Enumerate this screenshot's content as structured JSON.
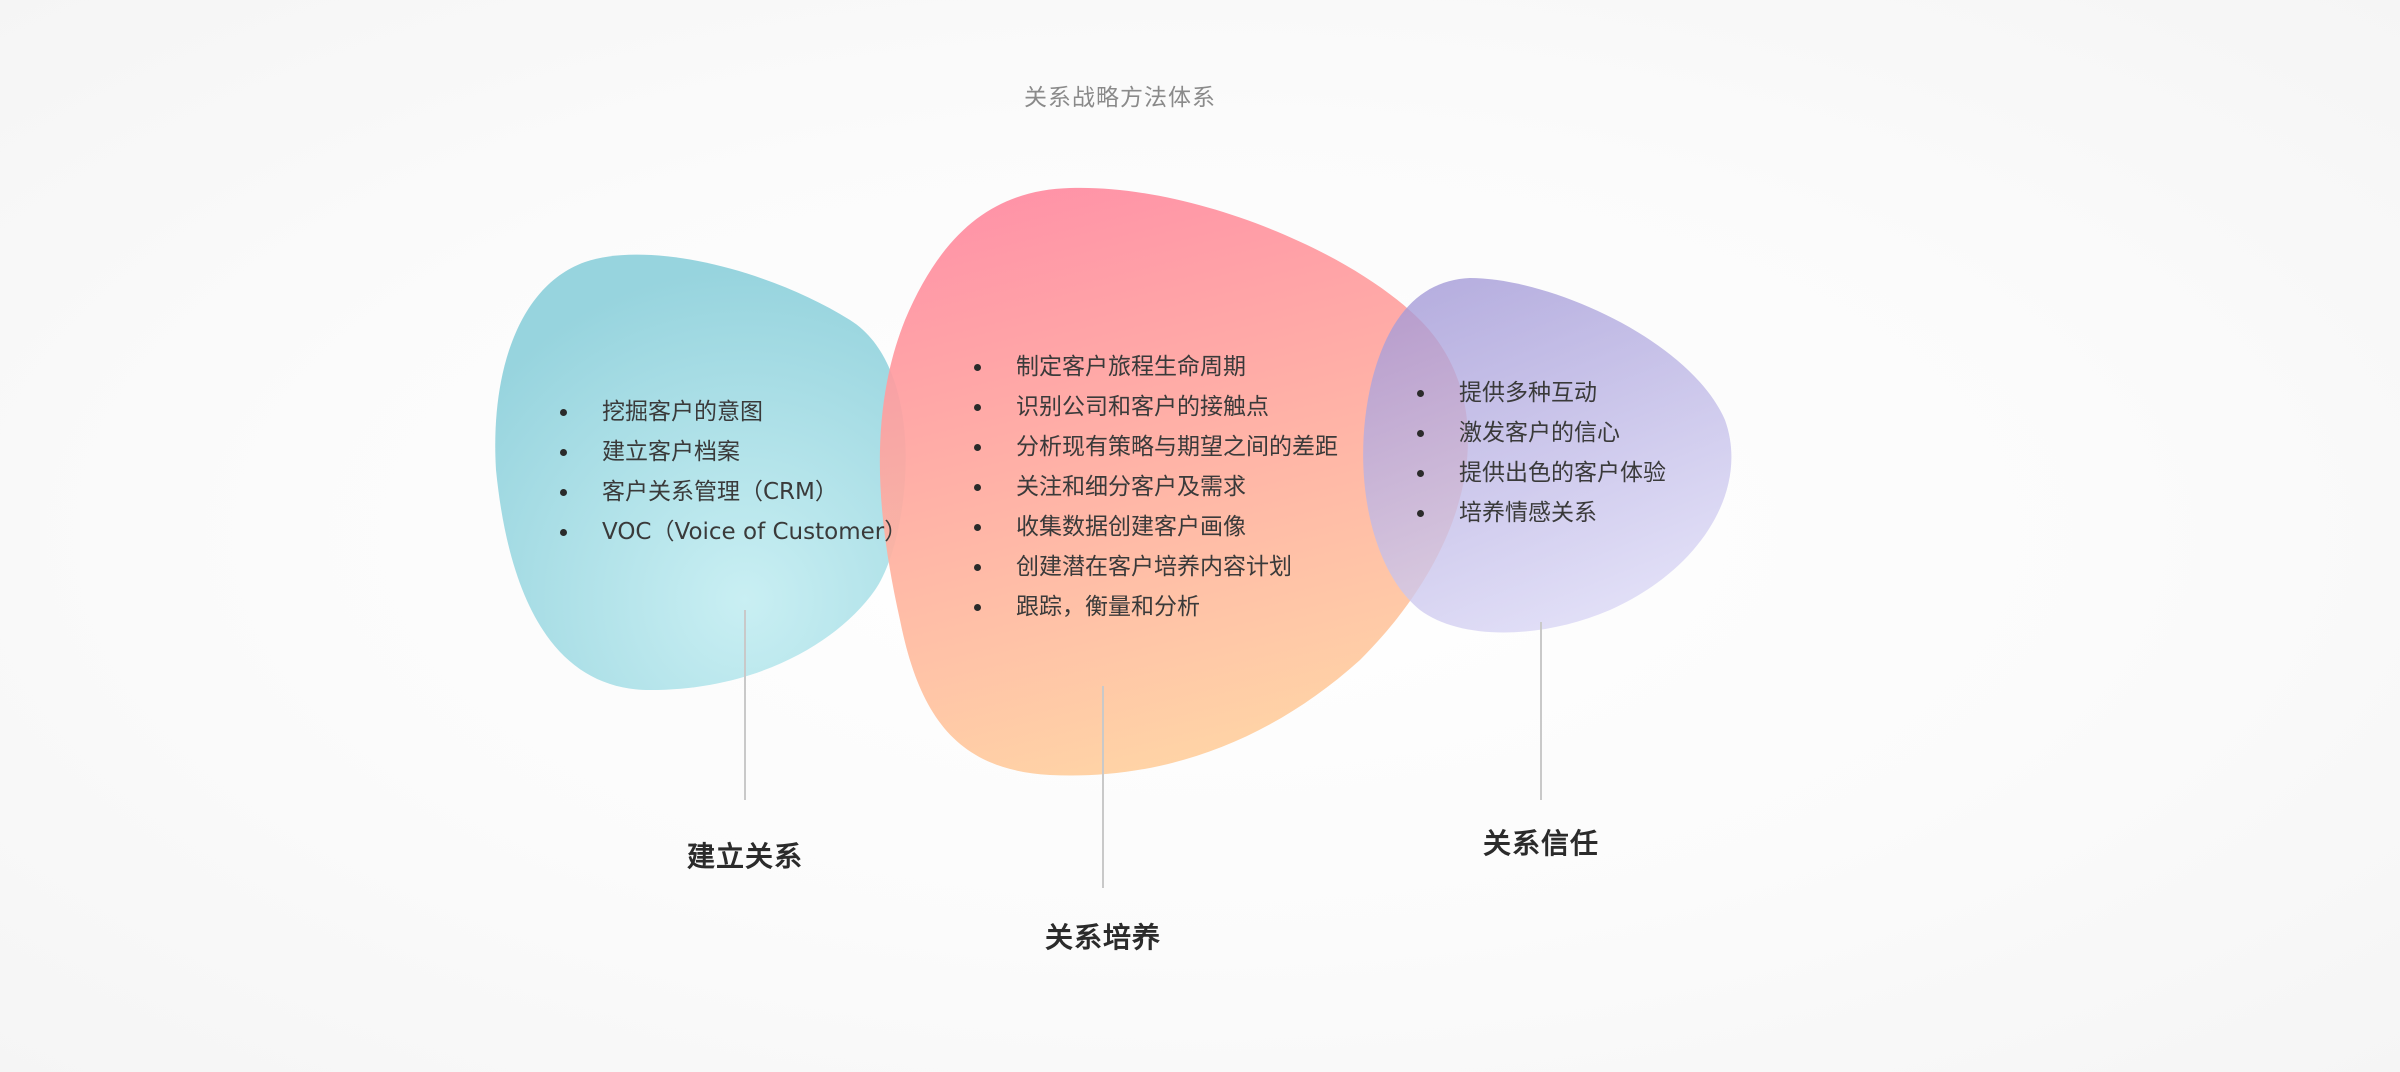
{
  "title": "关系战略方法体系",
  "colors": {
    "build_blob": [
      "#c9eff3",
      "#97d4de"
    ],
    "nurture_blob": [
      "#ff8aa0",
      "#ffcf9f"
    ],
    "trust_blob": [
      "#a197d6",
      "#d9d6f5"
    ]
  },
  "stages": [
    {
      "name": "建立关系",
      "items": [
        "挖掘客户的意图",
        "建立客户档案",
        "客户关系管理（CRM）",
        "VOC（Voice of Customer）"
      ]
    },
    {
      "name": "关系培养",
      "items": [
        "制定客户旅程生命周期",
        "识别公司和客户的接触点",
        "分析现有策略与期望之间的差距",
        "关注和细分客户及需求",
        "收集数据创建客户画像",
        "创建潜在客户培养内容计划",
        "跟踪，衡量和分析"
      ]
    },
    {
      "name": "关系信任",
      "items": [
        "提供多种互动",
        "激发客户的信心",
        "提供出色的客户体验",
        "培养情感关系"
      ]
    }
  ]
}
